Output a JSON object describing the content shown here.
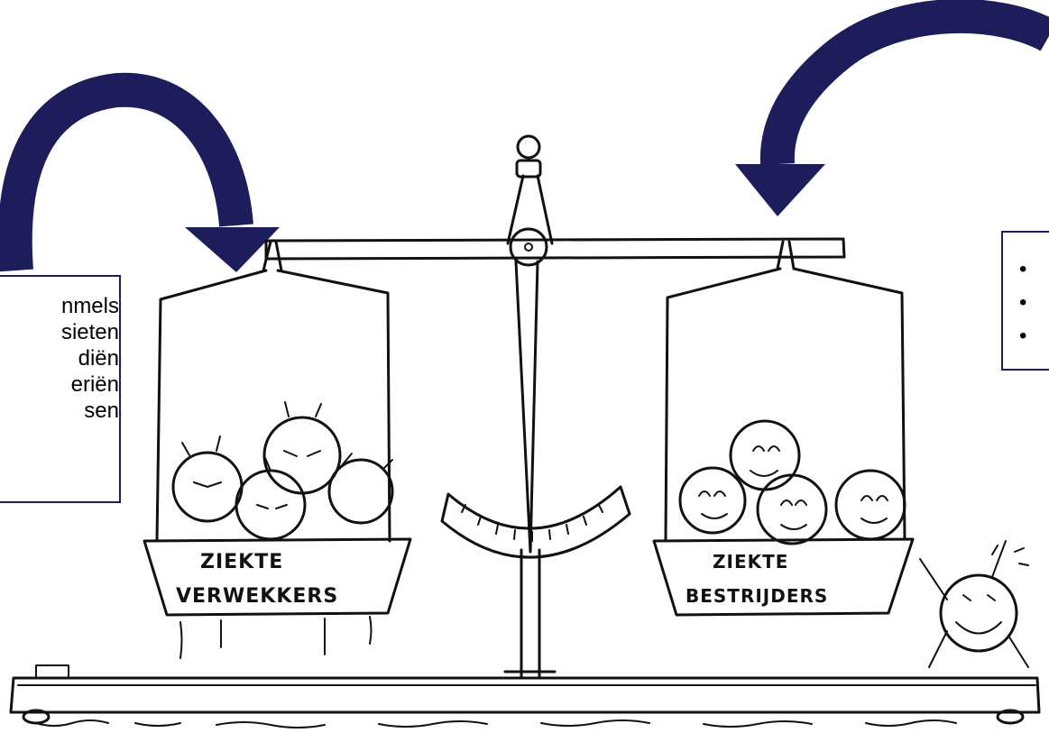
{
  "left_callout": {
    "lines": [
      "nmels",
      "sieten",
      "diën",
      "eriën",
      "sen"
    ]
  },
  "right_callout": {
    "bullets": [
      "•",
      "•",
      "•"
    ]
  },
  "left_basket": {
    "line1": "ZIEKTE",
    "line2": "VERWEKKERS"
  },
  "right_basket": {
    "line1": "ZIEKTE",
    "line2": "BESTRIJDERS"
  },
  "colors": {
    "arrow": "#1d1d5b",
    "ink": "#111111",
    "box_border": "#1d1d5b"
  }
}
